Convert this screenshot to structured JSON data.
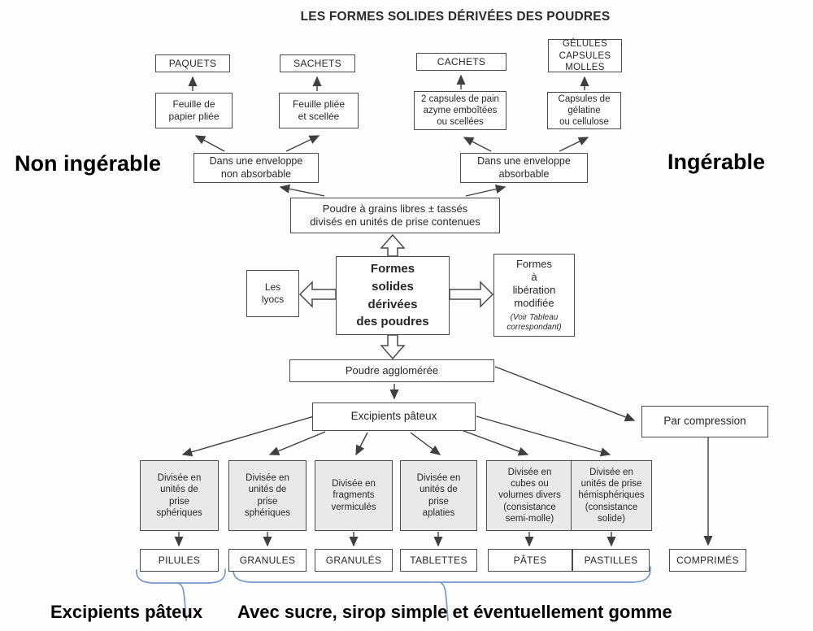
{
  "title": "LES FORMES SOLIDES DÉRIVÉES DES POUDRES",
  "side_labels": {
    "left": "Non ingérable",
    "right": "Ingérable"
  },
  "nodes": {
    "paquets": "PAQUETS",
    "sachets": "SACHETS",
    "cachets": "CACHETS",
    "gelules": "GÉLULES\nCAPSULES\nMOLLES",
    "feuille_papier": "Feuille de\npapier pliée",
    "feuille_scellee": "Feuille pliée\net scellée",
    "capsules_pain": "2 capsules de pain\nazyme emboîtées\nou scellées",
    "capsules_gelatine": "Capsules de\ngélatine\nou cellulose",
    "enveloppe_non_absorbable": "Dans une enveloppe\nnon absorbable",
    "enveloppe_absorbable": "Dans une enveloppe\nabsorbable",
    "poudre_grains": "Poudre à grains libres ± tassés\ndivisés en unités de prise contenues",
    "formes_solides": "Formes\nsolides\ndérivées\ndes poudres",
    "les_lyocs": "Les\nlyocs",
    "liberation_modifiee": "Formes\nà\nlibération\nmodifiée",
    "liberation_note": "(Voir Tableau\ncorrespondant)",
    "poudre_agglomeree": "Poudre agglomérée",
    "excipients_pateux": "Excipients pâteux",
    "par_compression": "Par compression"
  },
  "divisions": [
    "Divisée en\nunités de\nprise\nsphériques",
    "Divisée en\nunités de\nprise\nsphériques",
    "Divisée en\nfragments\nvermiculés",
    "Divisée en\nunités de\nprise\naplaties",
    "Divisée en\ncubes ou\nvolumes divers\n(consistance\nsemi-molle)",
    "Divisée en\nunités de prise\nhémisphériques\n(consistance\nsolide)"
  ],
  "products": [
    "PILULES",
    "GRANULES",
    "GRANULÉS",
    "TABLETTES",
    "PÂTES",
    "PASTILLES",
    "COMPRIMÉS"
  ],
  "brace_labels": {
    "left": "Excipients pâteux",
    "right": "Avec sucre, sirop simple et éventuellement gomme"
  },
  "colors": {
    "accent_brace": "#7898cc",
    "box_border": "#4a4a4a",
    "shaded_box": "#e9e9e9",
    "arrow": "#3f3f3f"
  }
}
